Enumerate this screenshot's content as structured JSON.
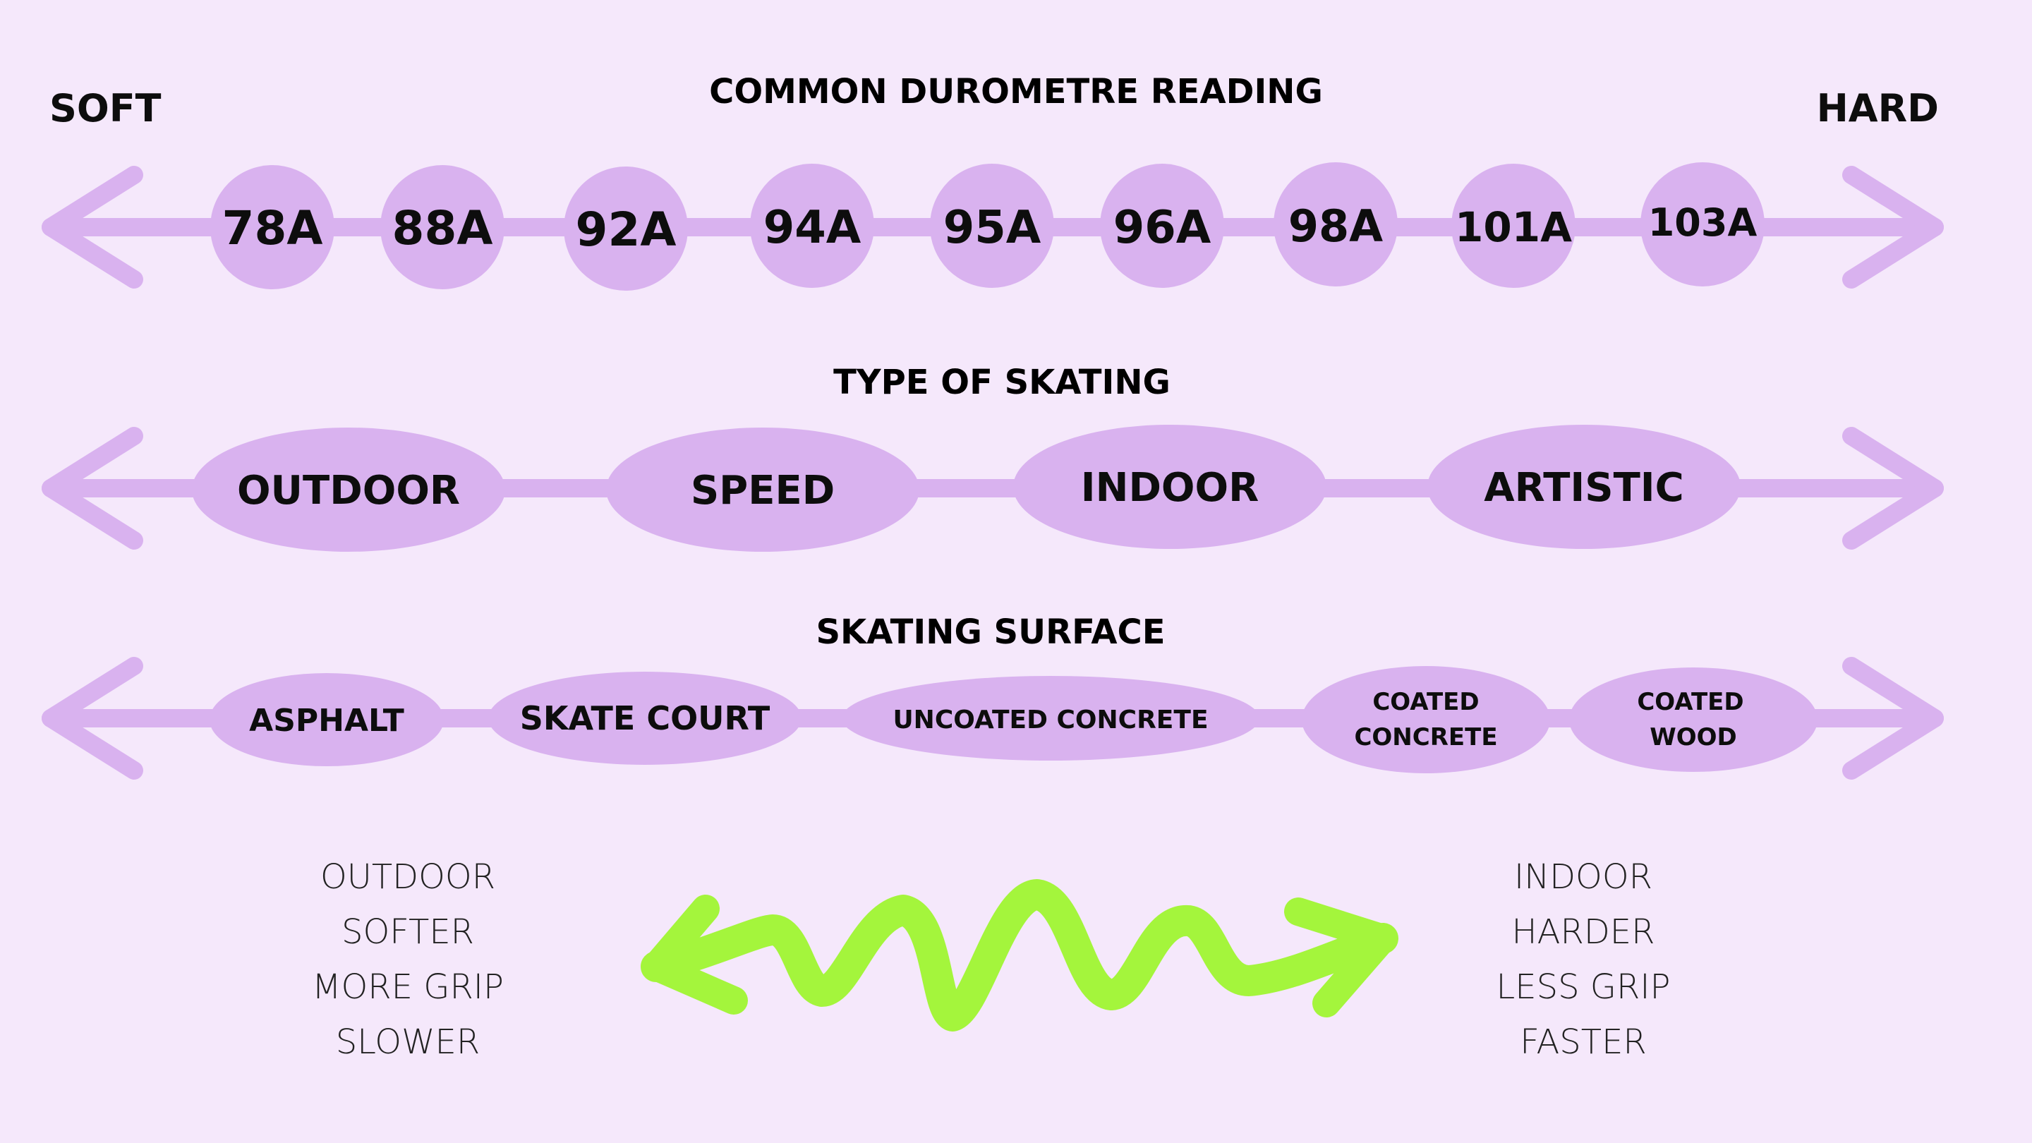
{
  "labels": {
    "soft": "SOFT",
    "hard": "HARD"
  },
  "rows": [
    {
      "title": "COMMON DUROMETRE READING",
      "items": [
        "78A",
        "88A",
        "92A",
        "94A",
        "95A",
        "96A",
        "98A",
        "101A",
        "103A"
      ]
    },
    {
      "title": "TYPE OF SKATING",
      "items": [
        "OUTDOOR",
        "SPEED",
        "INDOOR",
        "ARTISTIC"
      ]
    },
    {
      "title": "SKATING SURFACE",
      "items": [
        [
          "ASPHALT"
        ],
        [
          "SKATE COURT"
        ],
        [
          "UNCOATED CONCRETE"
        ],
        [
          "COATED",
          "CONCRETE"
        ],
        [
          "COATED",
          "WOOD"
        ]
      ]
    }
  ],
  "left_traits": [
    "OUTDOOR",
    "SOFTER",
    "MORE GRIP",
    "SLOWER"
  ],
  "right_traits": [
    "INDOOR",
    "HARDER",
    "LESS GRIP",
    "FASTER"
  ],
  "colors": {
    "background": "#f5e8fb",
    "bubble": "#d9b2ef",
    "accent_squiggle": "#a4f53c",
    "text": "#0d0d0d"
  }
}
